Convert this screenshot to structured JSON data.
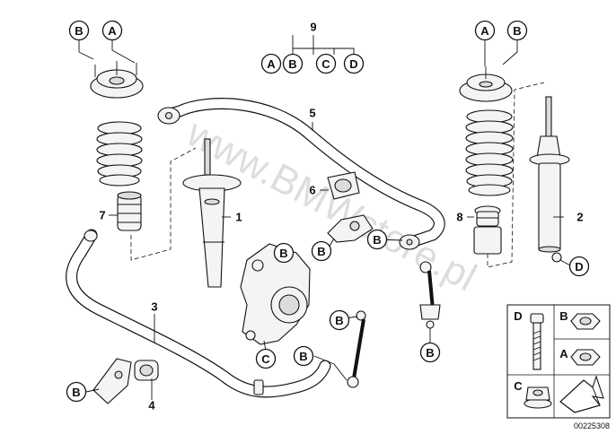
{
  "diagram": {
    "part_numbers": [
      "1",
      "2",
      "3",
      "4",
      "5",
      "6",
      "7",
      "8",
      "9"
    ],
    "detail_letters": [
      "A",
      "B",
      "C",
      "D"
    ],
    "watermark": "www.BMWstore.pl",
    "drawing_code": "00225308"
  }
}
